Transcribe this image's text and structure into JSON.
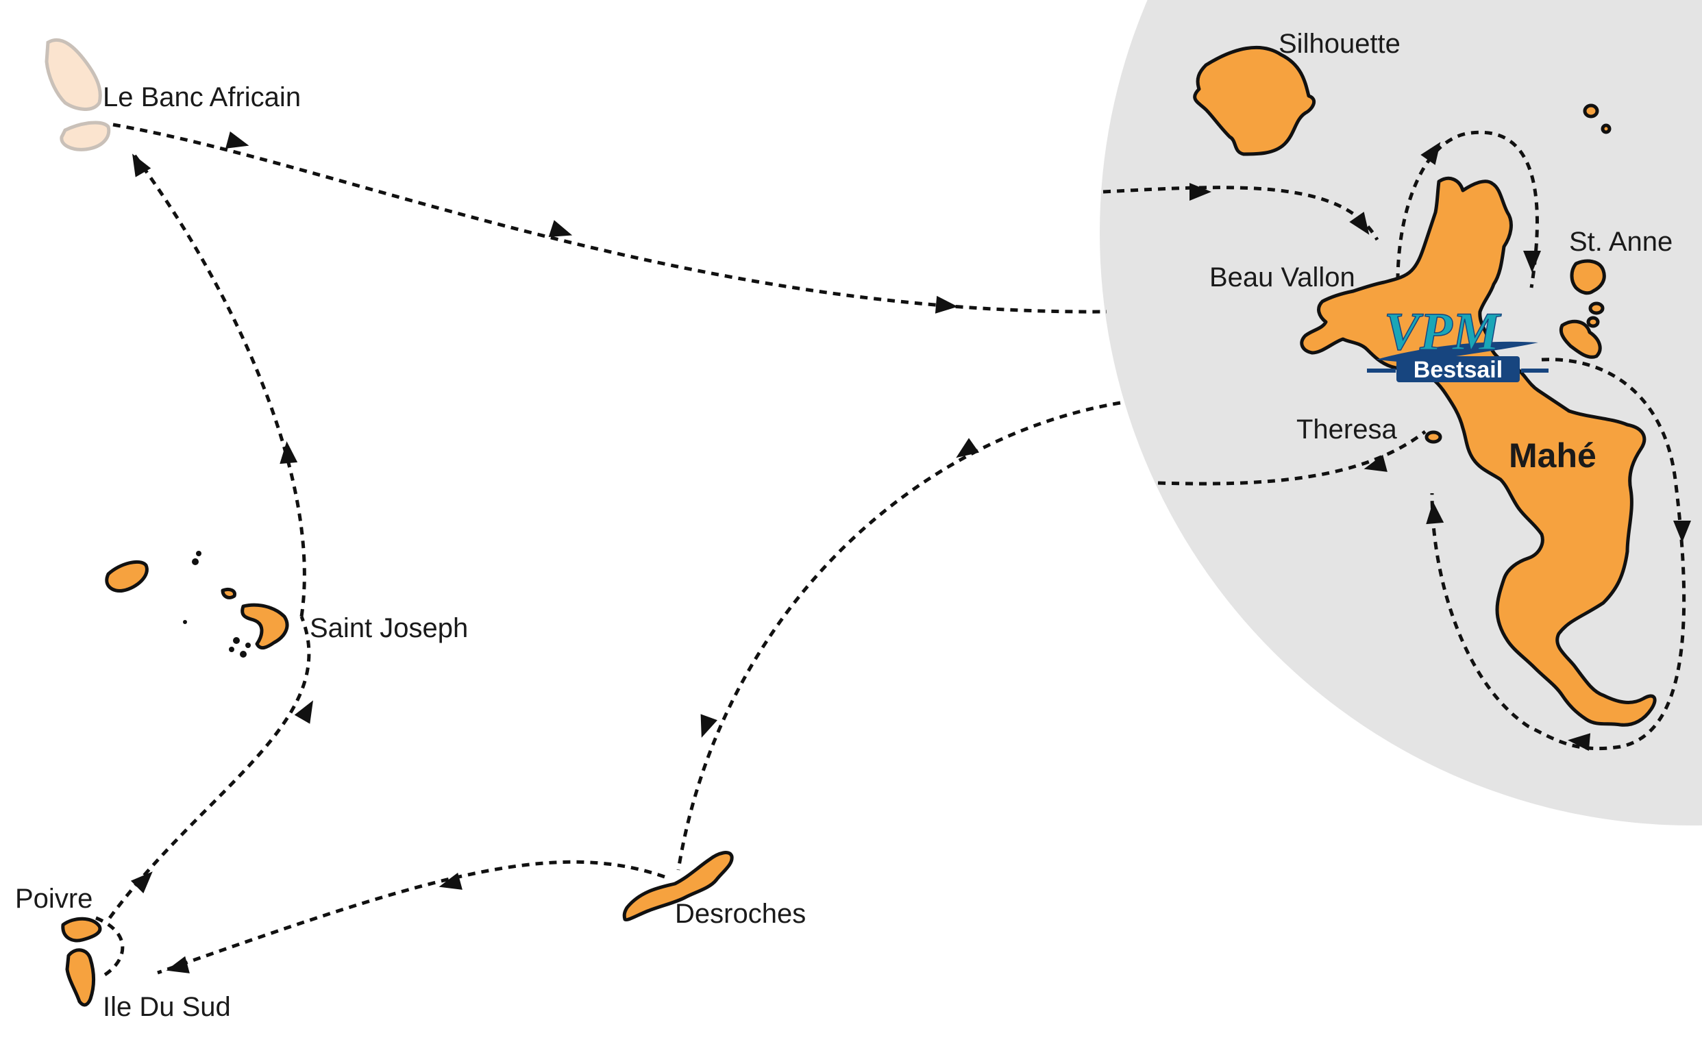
{
  "colors": {
    "island": "#f6a23f",
    "island_pale": "#fbe4cf",
    "island_pale_stroke": "#c9c0b8",
    "mahe_zone": "#e4e4e4",
    "logo_teal": "#1aa6b7",
    "logo_navy": "#17457f"
  },
  "labels": {
    "banc_africain": "Le Banc Africain",
    "silhouette": "Silhouette",
    "st_anne": "St. Anne",
    "beau_vallon": "Beau Vallon",
    "theresa": "Theresa",
    "mahe": "Mahé",
    "saint_joseph": "Saint Joseph",
    "poivre": "Poivre",
    "ile_du_sud": "Ile Du Sud",
    "desroches": "Desroches"
  },
  "logo": {
    "main": "VPM",
    "sub": "Bestsail"
  },
  "icons": {
    "route_arrow": "triangle-arrowhead-icon"
  }
}
